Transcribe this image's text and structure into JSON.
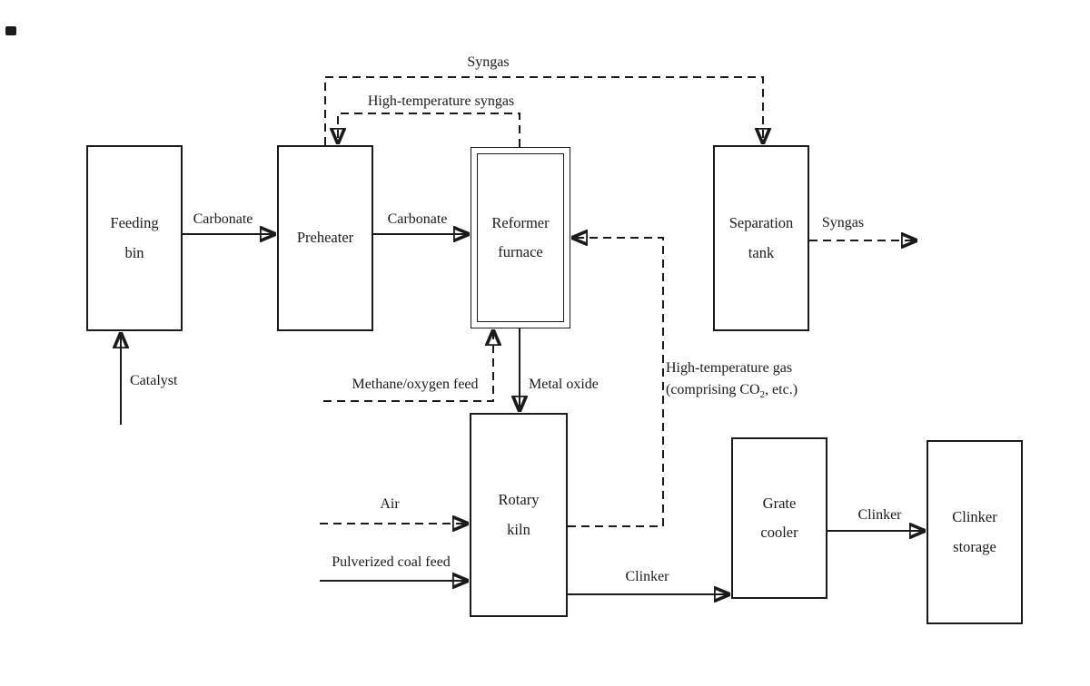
{
  "diagram": {
    "nodes": {
      "feeding_bin": {
        "line1": "Feeding",
        "line2": "bin"
      },
      "preheater": {
        "line1": "Preheater"
      },
      "reformer_furnace": {
        "line1": "Reformer",
        "line2": "furnace"
      },
      "separation_tank": {
        "line1": "Separation",
        "line2": "tank"
      },
      "rotary_kiln": {
        "line1": "Rotary",
        "line2": "kiln"
      },
      "grate_cooler": {
        "line1": "Grate",
        "line2": "cooler"
      },
      "clinker_storage": {
        "line1": "Clinker",
        "line2": "storage"
      }
    },
    "edge_labels": {
      "syngas_top": "Syngas",
      "high_temp_syngas": "High-temperature syngas",
      "carbonate_1": "Carbonate",
      "carbonate_2": "Carbonate",
      "syngas_out": "Syngas",
      "catalyst": "Catalyst",
      "methane_oxygen_feed": "Methane/oxygen feed",
      "metal_oxide": "Metal oxide",
      "high_temp_gas_line1": "High-temperature gas",
      "high_temp_gas_line2_pre": "(comprising CO",
      "high_temp_gas_line2_sub": "2",
      "high_temp_gas_line2_post": ", etc.)",
      "air": "Air",
      "pulverized_coal_feed": "Pulverized coal feed",
      "clinker_kiln_to_cooler": "Clinker",
      "clinker_cooler_to_storage": "Clinker"
    },
    "colors": {
      "ink": "#1a1a1a",
      "background": "#ffffff"
    }
  }
}
